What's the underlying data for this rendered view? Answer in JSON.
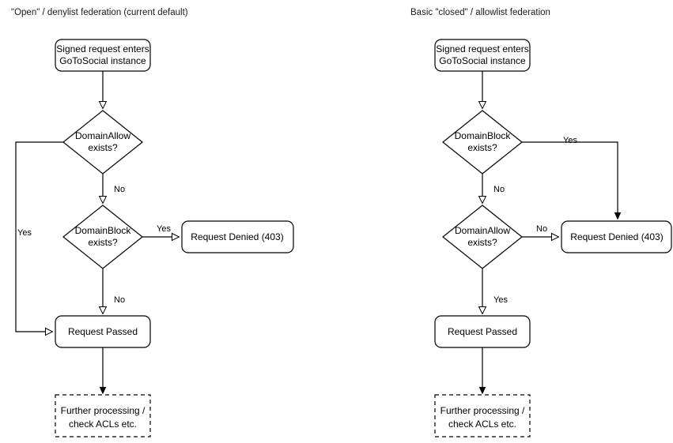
{
  "diagram": {
    "type": "flowchart",
    "background": "#ffffff",
    "stroke_color": "#000000",
    "text_color": "#000000",
    "panels": [
      {
        "id": "open-denylist",
        "title": "\"Open\" / denylist federation (current default)",
        "nodes": [
          {
            "id": "entry-left",
            "shape": "rounded-rect",
            "lines": [
              "Signed request enters",
              "GoToSocial instance"
            ]
          },
          {
            "id": "allow-left",
            "shape": "diamond",
            "lines": [
              "DomainAllow",
              "exists?"
            ]
          },
          {
            "id": "block-left",
            "shape": "diamond",
            "lines": [
              "DomainBlock",
              "exists?"
            ]
          },
          {
            "id": "denied-left",
            "shape": "rounded-rect",
            "lines": [
              "Request Denied (403)"
            ]
          },
          {
            "id": "passed-left",
            "shape": "rounded-rect",
            "lines": [
              "Request Passed"
            ]
          },
          {
            "id": "further-left",
            "shape": "dashed-rect",
            "lines": [
              "Further processing /",
              "check ACLs etc."
            ]
          }
        ],
        "edges": [
          {
            "from": "entry-left",
            "to": "allow-left",
            "label": "",
            "arrow": "open"
          },
          {
            "from": "allow-left",
            "to": "passed-left",
            "label": "Yes",
            "arrow": "open"
          },
          {
            "from": "allow-left",
            "to": "block-left",
            "label": "No",
            "arrow": "open"
          },
          {
            "from": "block-left",
            "to": "denied-left",
            "label": "Yes",
            "arrow": "open"
          },
          {
            "from": "block-left",
            "to": "passed-left",
            "label": "No",
            "arrow": "open"
          },
          {
            "from": "passed-left",
            "to": "further-left",
            "label": "",
            "arrow": "filled"
          }
        ]
      },
      {
        "id": "closed-allowlist",
        "title": "Basic \"closed\" / allowlist federation",
        "nodes": [
          {
            "id": "entry-right",
            "shape": "rounded-rect",
            "lines": [
              "Signed request enters",
              "GoToSocial instance"
            ]
          },
          {
            "id": "block-right",
            "shape": "diamond",
            "lines": [
              "DomainBlock",
              "exists?"
            ]
          },
          {
            "id": "allow-right",
            "shape": "diamond",
            "lines": [
              "DomainAllow",
              "exists?"
            ]
          },
          {
            "id": "denied-right",
            "shape": "rounded-rect",
            "lines": [
              "Request Denied (403)"
            ]
          },
          {
            "id": "passed-right",
            "shape": "rounded-rect",
            "lines": [
              "Request Passed"
            ]
          },
          {
            "id": "further-right",
            "shape": "dashed-rect",
            "lines": [
              "Further processing /",
              "check ACLs etc."
            ]
          }
        ],
        "edges": [
          {
            "from": "entry-right",
            "to": "block-right",
            "label": "",
            "arrow": "open"
          },
          {
            "from": "block-right",
            "to": "denied-right",
            "label": "Yes",
            "arrow": "filled"
          },
          {
            "from": "block-right",
            "to": "allow-right",
            "label": "No",
            "arrow": "open"
          },
          {
            "from": "allow-right",
            "to": "denied-right",
            "label": "No",
            "arrow": "open"
          },
          {
            "from": "allow-right",
            "to": "passed-right",
            "label": "Yes",
            "arrow": "open"
          },
          {
            "from": "passed-right",
            "to": "further-right",
            "label": "",
            "arrow": "filled"
          }
        ]
      }
    ]
  },
  "labels": {
    "title_left": "\"Open\" / denylist federation (current default)",
    "title_right": "Basic \"closed\" / allowlist federation",
    "entry_line1": "Signed request enters",
    "entry_line2": "GoToSocial instance",
    "domain_allow_line1": "DomainAllow",
    "domain_allow_line2": "exists?",
    "domain_block_line1": "DomainBlock",
    "domain_block_line2": "exists?",
    "request_denied": "Request Denied (403)",
    "request_passed": "Request Passed",
    "further_line1": "Further processing /",
    "further_line2": "check ACLs etc.",
    "yes": "Yes",
    "no": "No"
  }
}
